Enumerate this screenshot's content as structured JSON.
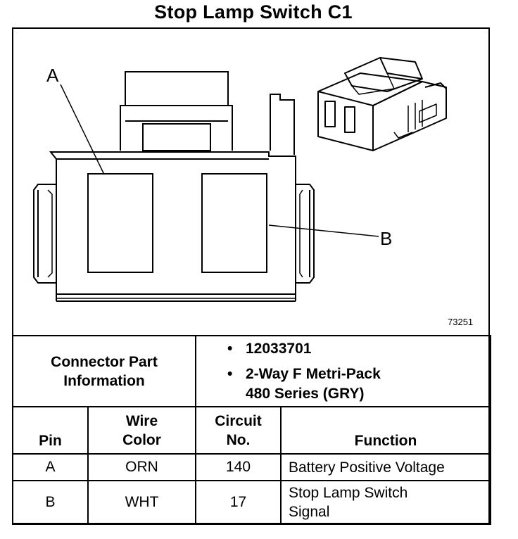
{
  "title": "Stop Lamp Switch C1",
  "figure": {
    "label_a": "A",
    "label_b": "B",
    "figure_id": "73251"
  },
  "connector_info": {
    "label_line1": "Connector Part",
    "label_line2": "Information",
    "part_number": "12033701",
    "description_line1": "2-Way F Metri-Pack",
    "description_line2": "480 Series (GRY)"
  },
  "table": {
    "headers": {
      "pin": "Pin",
      "wire_color_line1": "Wire",
      "wire_color_line2": "Color",
      "circuit_line1": "Circuit",
      "circuit_line2": "No.",
      "function": "Function"
    },
    "rows": [
      {
        "pin": "A",
        "wire_color": "ORN",
        "circuit": "140",
        "function_line1": "Battery Positive Voltage",
        "function_line2": ""
      },
      {
        "pin": "B",
        "wire_color": "WHT",
        "circuit": "17",
        "function_line1": "Stop Lamp Switch",
        "function_line2": "Signal"
      }
    ]
  },
  "icons": {
    "bullet": "•"
  }
}
